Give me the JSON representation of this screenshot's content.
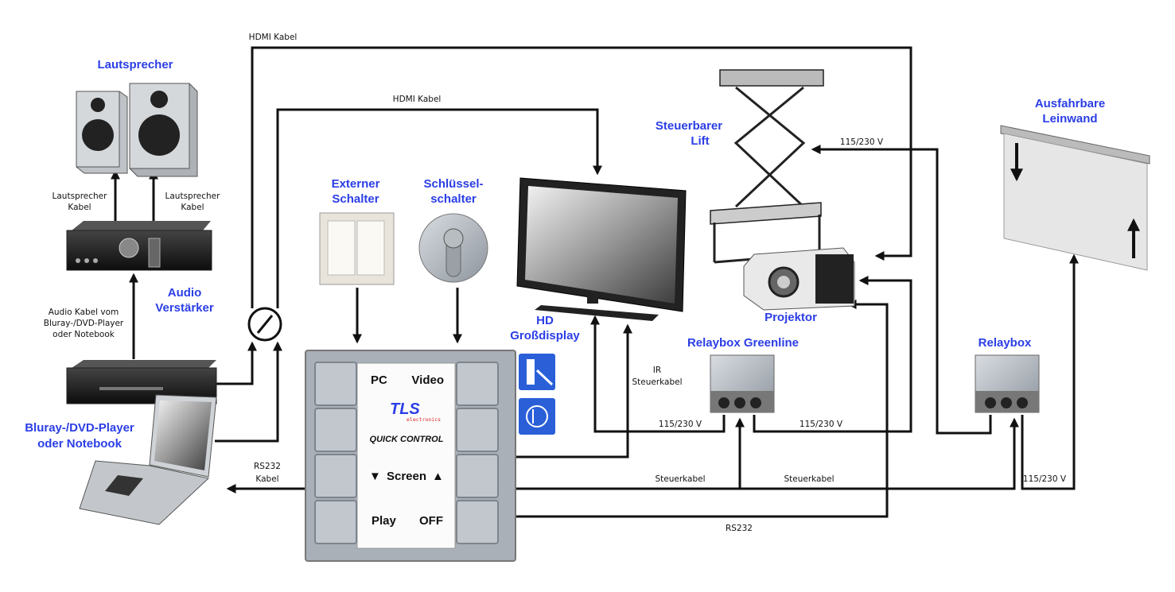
{
  "colors": {
    "label_blue": "#2b3ee6",
    "wire": "#111111",
    "panel": "#a9b0b8"
  },
  "devices": {
    "speakers": "Lautsprecher",
    "amp": [
      "Audio",
      "Verstärker"
    ],
    "player": [
      "Bluray-/DVD-Player",
      "oder Notebook"
    ],
    "ext_switch": [
      "Externer",
      "Schalter"
    ],
    "key_switch": [
      "Schlüssel-",
      "schalter"
    ],
    "display": [
      "HD",
      "Großdisplay"
    ],
    "lift": [
      "Steuerbarer",
      "Lift"
    ],
    "projector": "Projektor",
    "relay_green": "Relaybox Greenline",
    "relay": "Relaybox",
    "screen": [
      "Ausfahrbare",
      "Leinwand"
    ]
  },
  "cables": {
    "hdmi_outer": "HDMI Kabel",
    "hdmi_inner": "HDMI Kabel",
    "spk_left": [
      "Lautsprecher",
      "Kabel"
    ],
    "spk_right": [
      "Lautsprecher",
      "Kabel"
    ],
    "audio": [
      "Audio Kabel vom",
      "Bluray-/DVD-Player",
      "oder Notebook"
    ],
    "rs232_laptop": [
      "RS232",
      "Kabel"
    ],
    "ir": [
      "IR",
      "Steuerkabel"
    ],
    "power_display": "115/230 V",
    "power_projector": "115/230 V",
    "power_lift": "115/230 V",
    "power_screen": "115/230 V",
    "ctrl1": "Steuerkabel",
    "ctrl2": "Steuerkabel",
    "rs232": "RS232"
  },
  "panel": {
    "top_left": "PC",
    "top_right": "Video",
    "brand": "TLS",
    "brand_sub": "electronics",
    "product": "QUICK CONTROL",
    "mid": "Screen",
    "mid_down": "▼",
    "mid_up": "▲",
    "bottom_left": "Play",
    "bottom_right": "OFF"
  }
}
